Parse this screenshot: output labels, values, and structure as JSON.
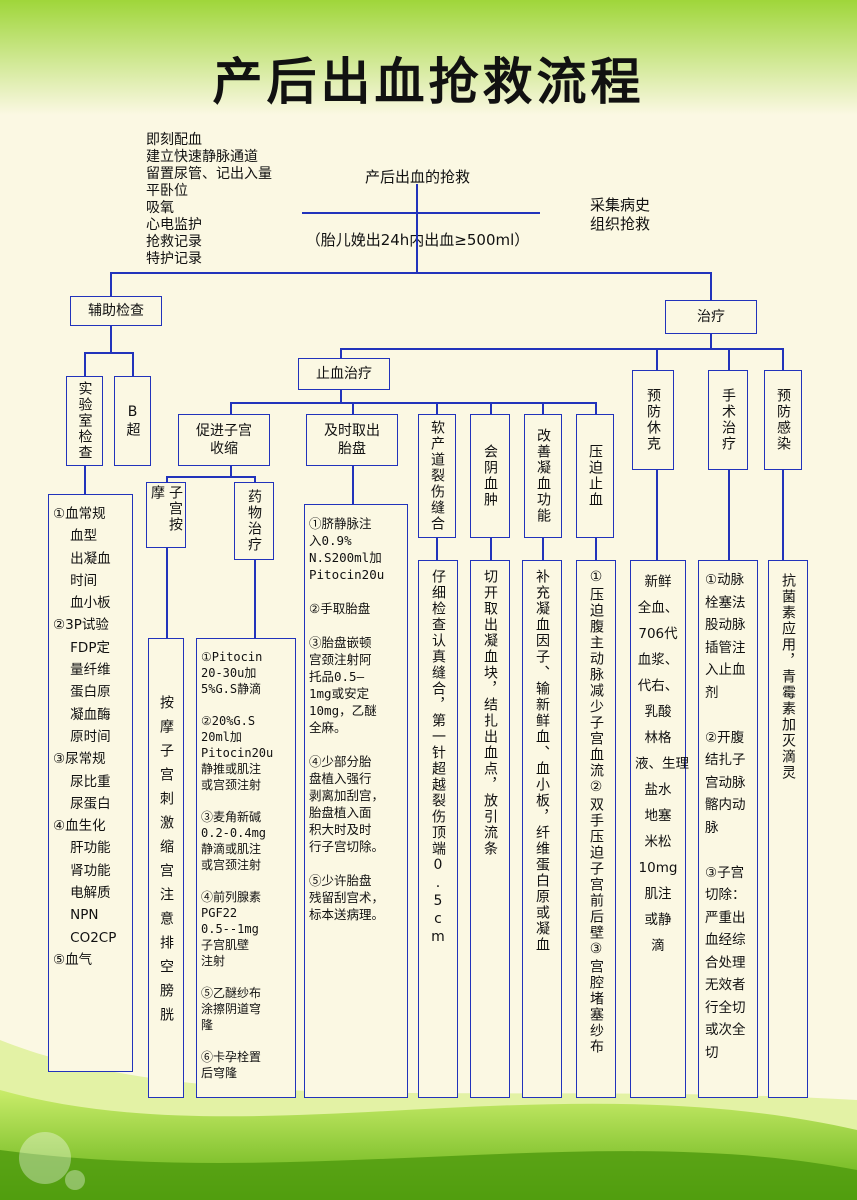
{
  "title": "产后出血抢救流程",
  "measures": "即刻配血\n建立快速静脉通道\n留置尿管、记出入量\n平卧位\n吸氧\n心电监护\n抢救记录\n特护记录",
  "root": {
    "line1": "产后出血的抢救",
    "line2": "（胎儿娩出24h内出血≥500ml）"
  },
  "history": "采集病史\n组织抢救",
  "aux": {
    "label": "辅助检查",
    "lab": "实验室检查",
    "b": "B超",
    "lab_items": "①血常规\n    血型\n    出凝血\n    时间\n    血小板\n②3P试验\n    FDP定\n    量纤维\n    蛋白原\n    凝血酶\n    原时间\n③尿常规\n    尿比重\n    尿蛋白\n④血生化\n    肝功能\n    肾功能\n    电解质\n    NPN\n    CO2CP\n⑤血气"
  },
  "treat": {
    "label": "治疗",
    "stop": "止血治疗",
    "uterus": "促进子宫\n收缩",
    "massage": "子宫按摩",
    "massage_detail": "按摩子宫刺激缩宫注意排空膀胱",
    "drug": "药物治疗",
    "drug_detail": "①Pitocin\n20-30u加\n5%G.S静滴\n\n②20%G.S\n20ml加\nPitocin20u\n静推或肌注\n或宫颈注射\n\n③麦角新碱\n0.2-0.4mg\n静滴或肌注\n或宫颈注射\n\n④前列腺素\nPGF22\n0.5--1mg\n子宫肌壁\n注射\n\n⑤乙醚纱布\n涂擦阴道穹\n隆\n\n⑥卡孕栓置\n后穹隆",
    "placenta": "及时取出\n胎盘",
    "placenta_detail": "①脐静脉注\n入0.9%\nN.S200ml加\nPitocin20u\n\n②手取胎盘\n\n③胎盘嵌顿\n宫颈注射阿\n托品0.5—\n1mg或安定\n10mg，乙醚\n全麻。\n\n④少部分胎\n盘植入强行\n剥离加刮宫，\n胎盘植入面\n积大时及时\n行子宫切除。\n\n⑤少许胎盘\n残留刮宫术，\n标本送病理。",
    "suture": "软产道裂伤缝合",
    "suture_detail": "仔细检查认真缝合，第一针超越裂伤顶端0.5cm",
    "hematoma": "会阴血肿",
    "hematoma_detail": "切开取出凝血块，结扎出血点，放引流条",
    "coag": "改善凝血功能",
    "coag_detail": "补充凝血因子、输新鲜血、血小板，纤维蛋白原或凝血",
    "press": "压迫止血",
    "press_detail": "①压迫腹主动脉减少子宫血流②双手压迫子宫前后壁③宫腔堵塞纱布",
    "shock": "预防休克",
    "shock_detail": "新鲜\n全血、\n706代\n血浆、\n代右、\n乳酸\n林格\n液、生理\n盐水\n地塞\n米松\n10mg\n肌注\n或静\n滴",
    "surgery": "手术治疗",
    "surgery_detail": "①动脉\n栓塞法\n股动脉\n插管注\n入止血\n剂\n\n②开腹\n结扎子\n宫动脉\n髂内动\n脉\n\n③子宫\n切除：\n严重出\n血经综\n合处理\n无效者\n行全切\n或次全\n切",
    "infection": "预防感染",
    "infection_detail": "抗菌素应用，青霉素加灭滴灵"
  },
  "colors": {
    "line": "#2233bb",
    "bg": "#fbf8e3",
    "green": "#8ccf1e"
  }
}
